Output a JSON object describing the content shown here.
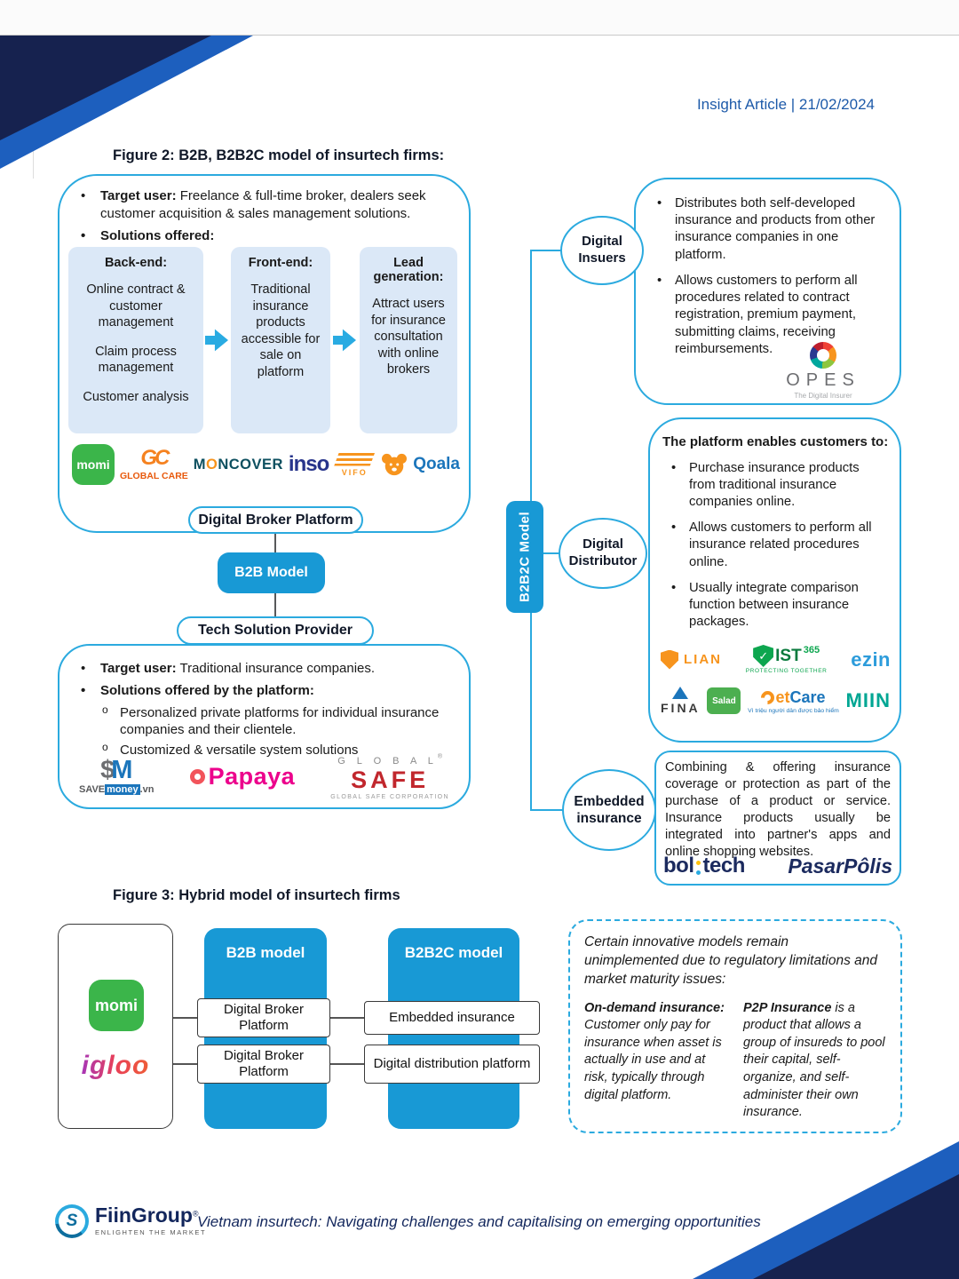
{
  "header": {
    "date_line": "Insight Article | 21/02/2024"
  },
  "figure2": {
    "title": "Figure 2: B2B, B2B2C model of insurtech firms:",
    "broker": {
      "target_label": "Target user:",
      "target_text": " Freelance & full-time broker, dealers seek customer acquisition & sales management solutions.",
      "solutions_label": "Solutions offered:",
      "backend_title": "Back-end:",
      "backend_items": [
        "Online contract & customer management",
        "Claim process management",
        "Customer analysis"
      ],
      "frontend_title": "Front-end:",
      "frontend_text": "Traditional insurance products accessible for sale on platform",
      "leadgen_title": "Lead generation:",
      "leadgen_text": "Attract users for insurance consultation with online brokers",
      "platform_label": "Digital Broker Platform"
    },
    "b2b_badge": "B2B Model",
    "tech_label": "Tech Solution Provider",
    "tech": {
      "target_label": "Target user:",
      "target_text": " Traditional insurance companies.",
      "solutions_label": "Solutions offered by the platform:",
      "items": [
        "Personalized private platforms for individual insurance companies and their clientele.",
        "Customized & versatile system solutions"
      ]
    },
    "b2b2c_badge": "B2B2C Model",
    "insurers": {
      "oval": "Digital Insuers",
      "bullets": [
        "Distributes both self-developed insurance and products from other insurance companies in one platform.",
        "Allows customers to perform all procedures related to contract registration, premium payment, submitting claims, receiving reimbursements."
      ]
    },
    "distributor": {
      "oval": "Digital Distributor",
      "intro": "The platform enables customers to:",
      "bullets": [
        "Purchase insurance products from traditional insurance companies online.",
        "Allows customers to perform all insurance related procedures online.",
        "Usually integrate comparison function between insurance packages."
      ]
    },
    "embedded": {
      "oval": "Embedded insurance",
      "text": "Combining & offering insurance coverage or protection as part of the purchase of a product or service. Insurance products usually be integrated into partner's apps and online shopping websites."
    },
    "logos": {
      "momi": "momi",
      "global_care_mark": "GC",
      "global_care_text": "GLOBAL CARE",
      "moncover_m": "M",
      "moncover_o": "O",
      "moncover_rest": "NCOVER",
      "inso": "inso",
      "vifo": "VIFO",
      "qoala": "Qoala",
      "savemoney_dollar": "$",
      "savemoney_m": "M",
      "savemoney_save": "SAVE",
      "savemoney_money": "money",
      "savemoney_vn": ".vn",
      "papaya": "Papaya",
      "globalsafe_top": "G L O B A L",
      "globalsafe_reg": "®",
      "globalsafe_main": "SAFE",
      "globalsafe_sub": "GLOBAL SAFE CORPORATION",
      "opes": "OPES",
      "opes_tagline": "The Digital Insurer",
      "lian": "LIAN",
      "vist_check": "✓",
      "vist_ist": "IST",
      "vist_365": "365",
      "vist_tagline": "PROTECTING TOGETHER",
      "ezin": "ezin",
      "fina": "FINA",
      "salad": "Salad",
      "jetcare_et": "et",
      "jetcare_care": "Care",
      "jetcare_tagline": "Vì triệu người dân được bảo hiểm",
      "miin": "MIIN",
      "bolttech_pre": "bol",
      "bolttech_post": "tech",
      "pasarpolis": "PasarPôlis"
    }
  },
  "figure3": {
    "title": "Figure 3: Hybrid model of insurtech firms",
    "b2b_header": "B2B model",
    "b2b2c_header": "B2B2C model",
    "b2b_rows": [
      "Digital Broker Platform",
      "Digital Broker Platform"
    ],
    "b2b2c_rows": [
      "Embedded insurance",
      "Digital distribution platform"
    ],
    "logos": {
      "momi": "momi",
      "igloo": "igloo"
    },
    "note": {
      "intro": "Certain innovative models remain unimplemented due to regulatory limitations and market maturity issues:",
      "left_label": "On-demand insurance:",
      "left_text": " Customer only pay for insurance when asset is actually in use and at risk, typically through digital platform.",
      "right_label": "P2P Insurance",
      "right_text": " is a product that allows a group of insureds to pool their capital, self-organize, and self-administer their own insurance."
    }
  },
  "footer": {
    "mark": "S",
    "brand": "FiinGroup",
    "reg": "®",
    "brand_sub": "ENLIGHTEN THE MARKET",
    "tagline": "Vietnam insurtech: Navigating challenges and capitalising on emerging opportunities"
  },
  "colors": {
    "accent_blue": "#1899d5",
    "border_cyan": "#2baadf",
    "navy": "#16224f",
    "link_blue": "#1d5aa9"
  }
}
